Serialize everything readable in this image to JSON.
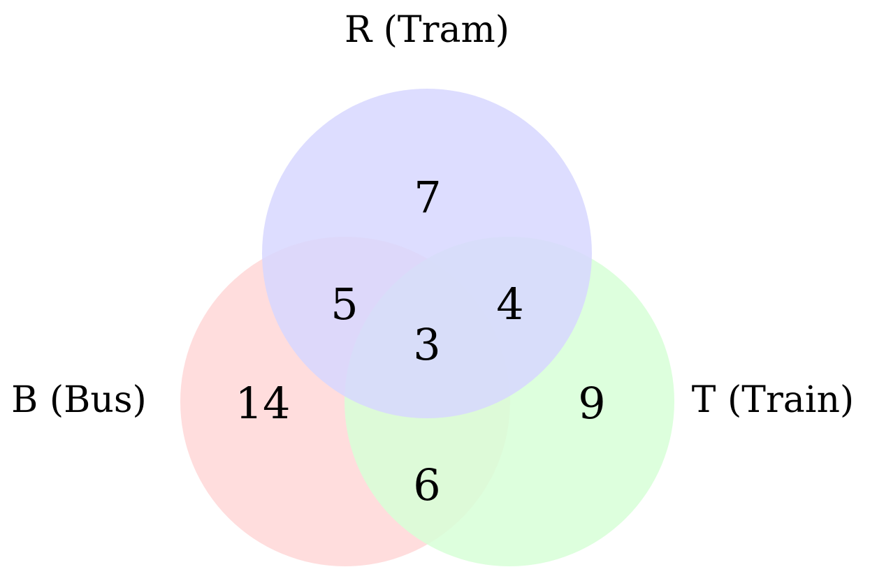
{
  "diagram": {
    "sets": {
      "B": {
        "label": "B (Bus)",
        "color": "#ffd7d7"
      },
      "R": {
        "label": "R (Tram)",
        "color": "#d7d7ff"
      },
      "T": {
        "label": "T (Train)",
        "color": "#d7ffd7"
      }
    },
    "regions": {
      "B_only": "14",
      "R_only": "7",
      "T_only": "9",
      "B_and_R_only": "5",
      "R_and_T_only": "4",
      "B_and_T_only": "6",
      "B_and_R_and_T": "3"
    }
  }
}
